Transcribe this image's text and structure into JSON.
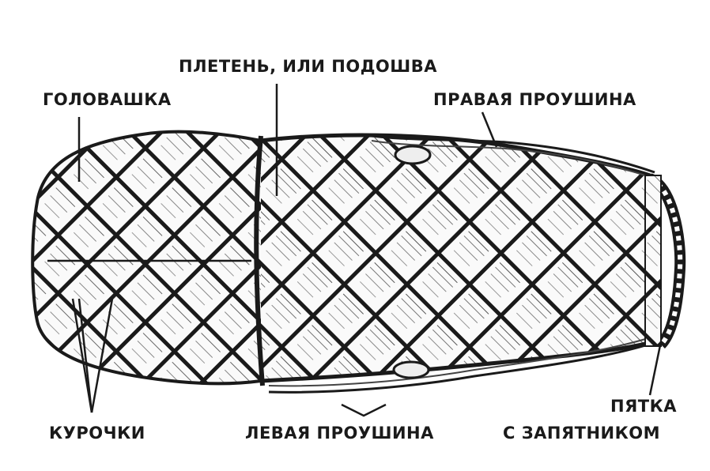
{
  "labels": {
    "pleten": "ПЛЕТЕНЬ, ИЛИ ПОДОШВА",
    "golovashka": "ГОЛОВАШКА",
    "pravaya": "ПРАВАЯ ПРОУШИНА",
    "kurochki": "КУРОЧКИ",
    "levaya": "ЛЕВАЯ ПРОУШИНА",
    "pyatka_line1": "ПЯТКА",
    "pyatka_line2": "С ЗАПЯТНИКОМ"
  },
  "colors": {
    "ink": "#1a1a1a",
    "background": "#ffffff",
    "fill": "#f4f4f4"
  }
}
